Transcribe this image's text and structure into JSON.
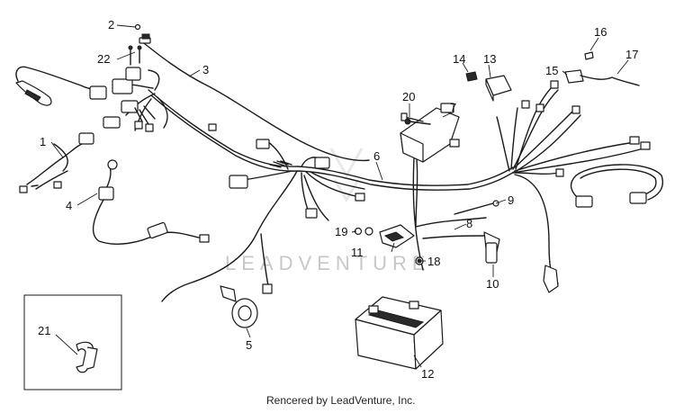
{
  "watermark": "LEADVENTURE",
  "credit": "Rencered by LeadVenture, Inc.",
  "callouts": {
    "c1": "1",
    "c2": "2",
    "c3": "3",
    "c4": "4",
    "c5": "5",
    "c6": "6",
    "c7": "7",
    "c8": "8",
    "c9": "9",
    "c10": "10",
    "c11": "11",
    "c12": "12",
    "c13": "13",
    "c14": "14",
    "c15": "15",
    "c16": "16",
    "c17": "17",
    "c18": "18",
    "c19": "19",
    "c20": "20",
    "c21": "21",
    "c22": "22"
  }
}
